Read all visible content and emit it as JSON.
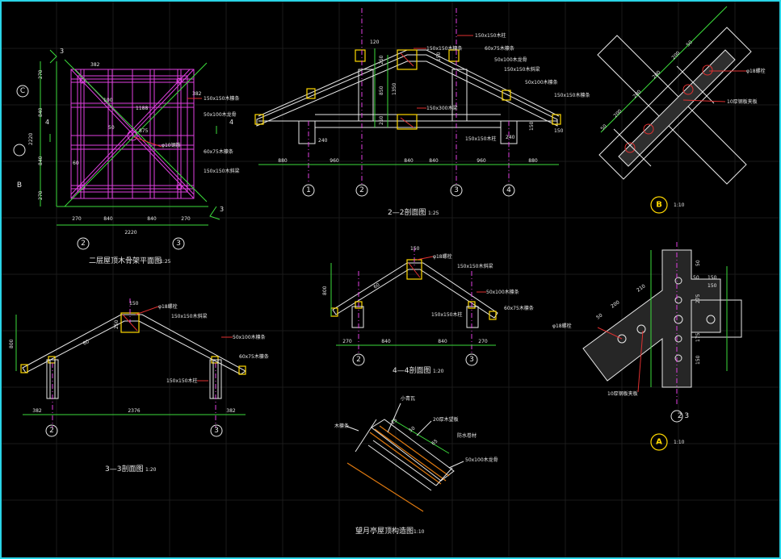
{
  "plan": {
    "title": "二层屋顶木骨架平面图",
    "scale": "1:25",
    "dims_bottom": [
      "270",
      "840",
      "840",
      "270"
    ],
    "dim_total": "2220",
    "dims_left": [
      "270",
      "840",
      "840",
      "270"
    ],
    "dim_left_total": "2220",
    "axis_left": [
      "C",
      "",
      "B"
    ],
    "axis_bottom": [
      "2",
      "3"
    ],
    "inner_dims": [
      "382",
      "382",
      "100",
      "1188",
      "50",
      "60",
      "875"
    ],
    "section_marks": [
      "3",
      "3",
      "4",
      "4"
    ],
    "callouts": [
      "150x150木檩条",
      "50x100木龙骨",
      "φ10钢筋",
      "60x75木檩条",
      "150x150木斜梁"
    ]
  },
  "s22": {
    "title": "2—2剖面图",
    "scale": "1:25",
    "dims_bottom": [
      "880",
      "960",
      "840",
      "840",
      "960",
      "880"
    ],
    "top_dims": [
      "120",
      "250",
      "850",
      "1350",
      "250",
      "150",
      "240",
      "240",
      "150",
      "150"
    ],
    "axis": [
      "1",
      "2",
      "3",
      "4"
    ],
    "callouts": [
      "150x150木柱",
      "150x150木檩条",
      "60x75木檩条",
      "50x100木龙骨",
      "150x150木斜梁",
      "150x300木梁",
      "150x150木柱",
      "50x100木檩条",
      "150x150木檩条"
    ]
  },
  "detailB": {
    "label": "B",
    "scale": "1:10",
    "dims": [
      "50",
      "200",
      "200",
      "200",
      "200",
      "50"
    ],
    "callouts": [
      "φ18螺栓",
      "10厚钢板夹板"
    ]
  },
  "s33": {
    "title": "3—3剖面图",
    "scale": "1:20",
    "dims_bottom": [
      "382",
      "2376",
      "382"
    ],
    "side_dim": "800",
    "axis": [
      "2",
      "3"
    ],
    "callouts": [
      "φ18螺栓",
      "150x150木斜梁",
      "50x100木檩条",
      "60x75木檩条",
      "150x150木柱"
    ],
    "inner": [
      "150",
      "250",
      "60"
    ]
  },
  "s44": {
    "title": "4—4剖面图",
    "scale": "1:20",
    "dims_bottom": [
      "270",
      "840",
      "840",
      "270"
    ],
    "side_dim": "800",
    "axis": [
      "2",
      "3"
    ],
    "callouts": [
      "φ18螺栓",
      "150x150木斜梁",
      "50x100木檩条",
      "60x75木檩条",
      "150x150木柱"
    ],
    "inner": [
      "150",
      "60"
    ]
  },
  "detailA": {
    "label": "A",
    "scale": "1:10",
    "axis": "2 3",
    "dims": [
      "50",
      "200",
      "210",
      "50",
      "150",
      "150",
      "275",
      "175",
      "150",
      "50"
    ],
    "callouts": [
      "φ18螺栓",
      "10厚钢板夹板"
    ]
  },
  "roof": {
    "title": "望月亭屋顶构造图",
    "scale": "1:10",
    "dims": [
      "25",
      "50",
      "65"
    ],
    "callouts": [
      "木檩条",
      "小青瓦",
      "20厚木望板",
      "防水卷材",
      "50x100木龙骨"
    ]
  }
}
